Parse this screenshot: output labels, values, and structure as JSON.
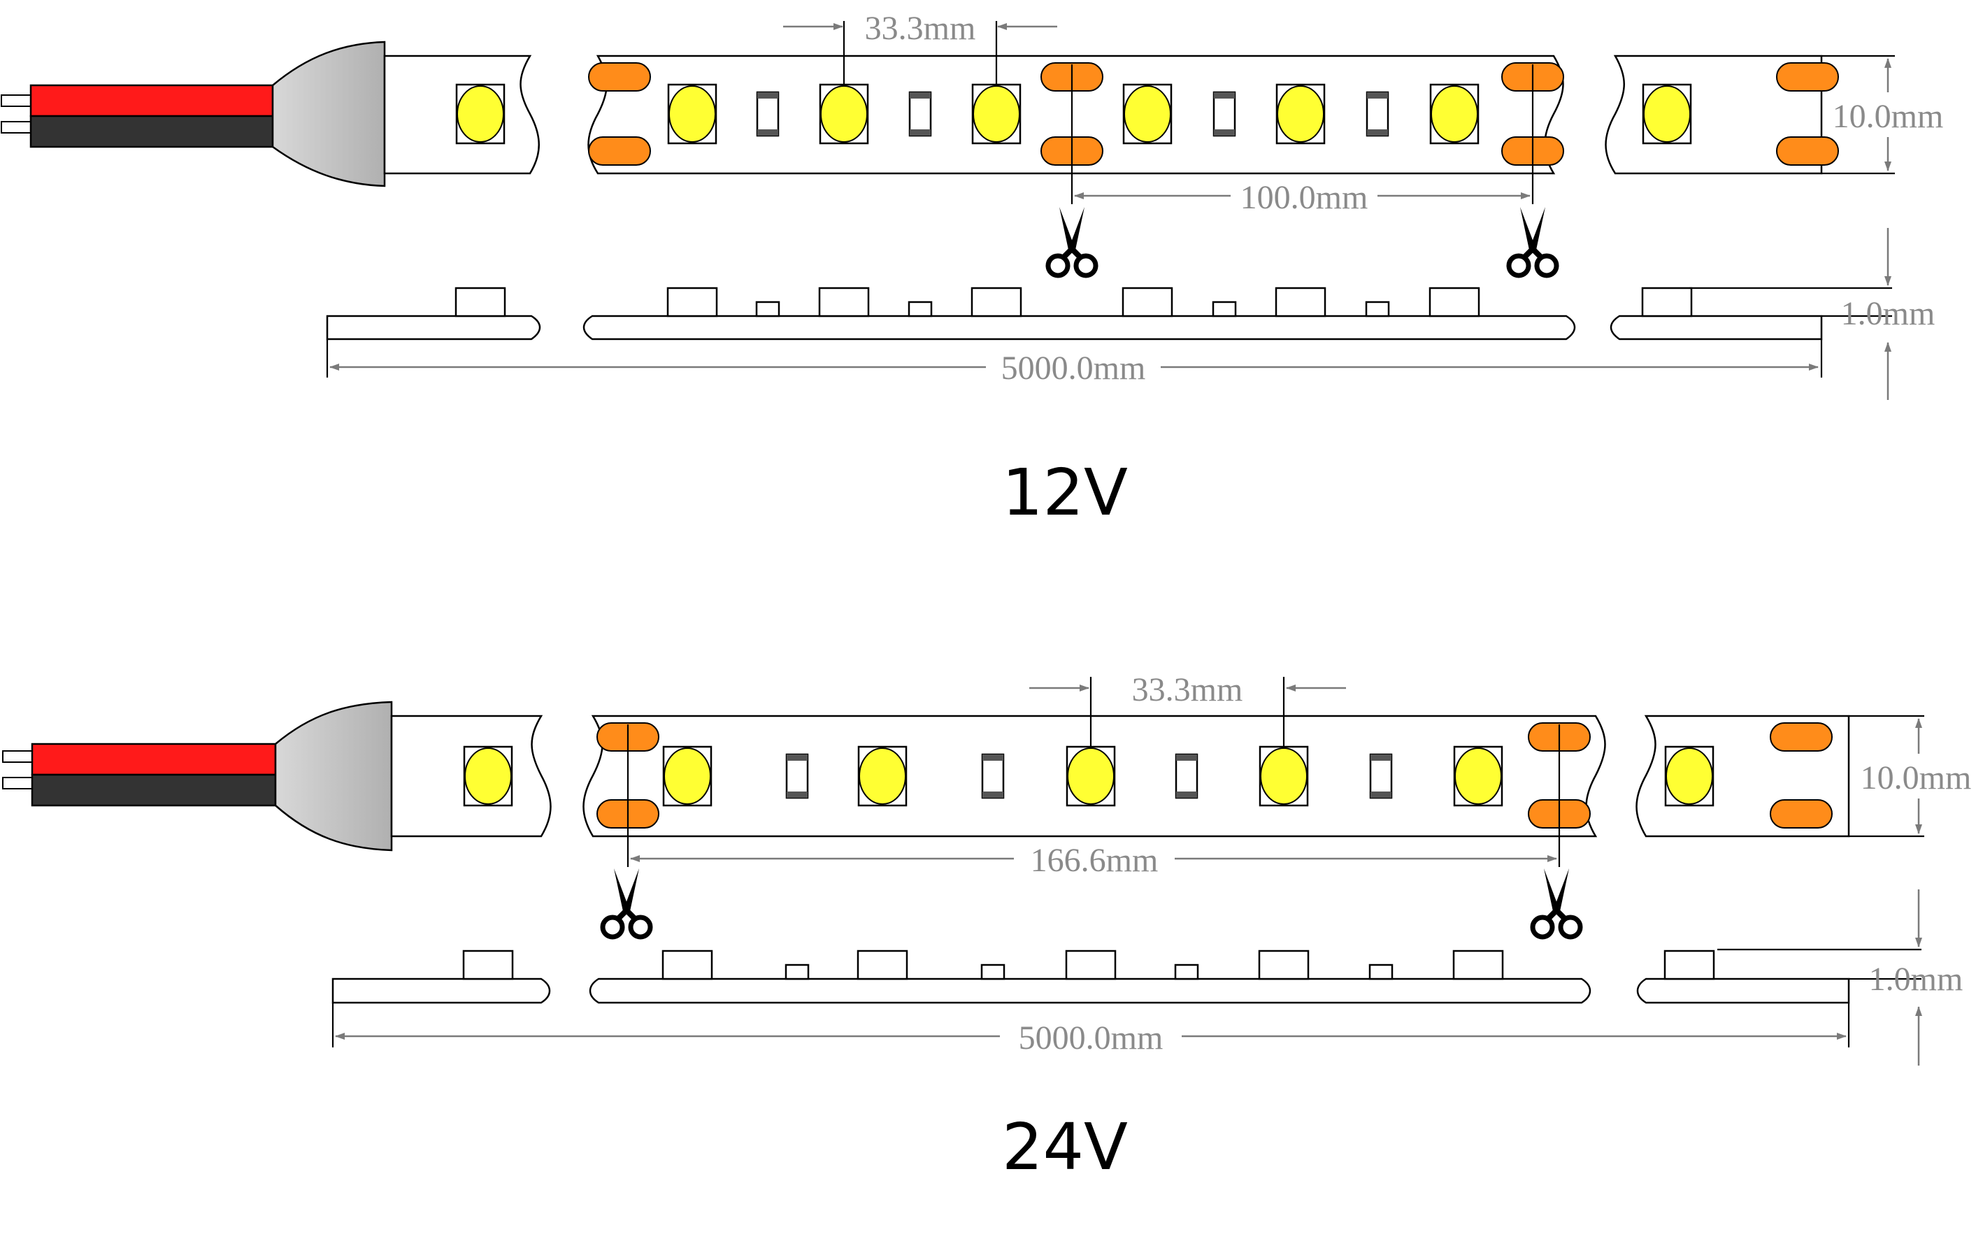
{
  "colors": {
    "led": "#ffff33",
    "pad": "#ff8c1a",
    "wire_red": "#ff1a1a",
    "wire_black": "#333333",
    "connector": "#c8c8c8",
    "dimension": "#8a8a8a"
  },
  "diagram_12v": {
    "title": "12V",
    "led_pitch": "33.3mm",
    "cut_length": "100.0mm",
    "width": "10.0mm",
    "thickness": "1.0mm",
    "total_length": "5000.0mm",
    "icons": [
      "scissors-icon",
      "scissors-icon"
    ]
  },
  "diagram_24v": {
    "title": "24V",
    "led_pitch": "33.3mm",
    "cut_length": "166.6mm",
    "width": "10.0mm",
    "thickness": "1.0mm",
    "total_length": "5000.0mm",
    "icons": [
      "scissors-icon",
      "scissors-icon"
    ]
  }
}
